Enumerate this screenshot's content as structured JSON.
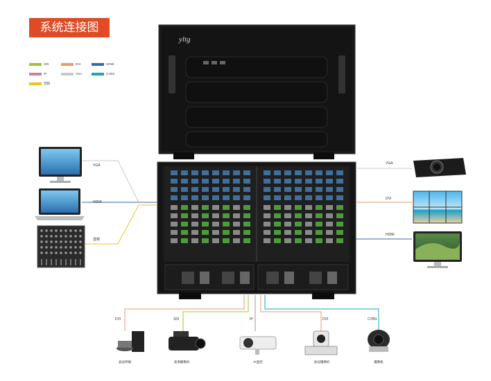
{
  "title": "系统连接图",
  "brand": "yltg",
  "legend": [
    {
      "label": "SDI",
      "color": "#9bc33a"
    },
    {
      "label": "DVI",
      "color": "#e79a72"
    },
    {
      "label": "HDMI",
      "color": "#3a67a8"
    },
    {
      "label": "IP",
      "color": "#c9849a"
    },
    {
      "label": "VGA",
      "color": "#c9c9c9"
    },
    {
      "label": "CVBS",
      "color": "#1aa6b8"
    },
    {
      "label": "音频",
      "color": "#f0c419"
    }
  ],
  "inputs_left": [
    {
      "label": "VGA"
    },
    {
      "label": "HDMI"
    },
    {
      "label": "音频"
    }
  ],
  "outputs_right": [
    {
      "label": "VGA"
    },
    {
      "label": "DVI"
    },
    {
      "label": "HDMI"
    }
  ],
  "inputs_bottom": [
    {
      "label": "DVI",
      "device": "会议终端"
    },
    {
      "label": "SDI",
      "device": "高清摄像机"
    },
    {
      "label": "IP",
      "device": "IP监控"
    },
    {
      "label": "DVI",
      "device": "会议摄像机"
    },
    {
      "label": "CVBS",
      "device": "摄像机"
    }
  ]
}
